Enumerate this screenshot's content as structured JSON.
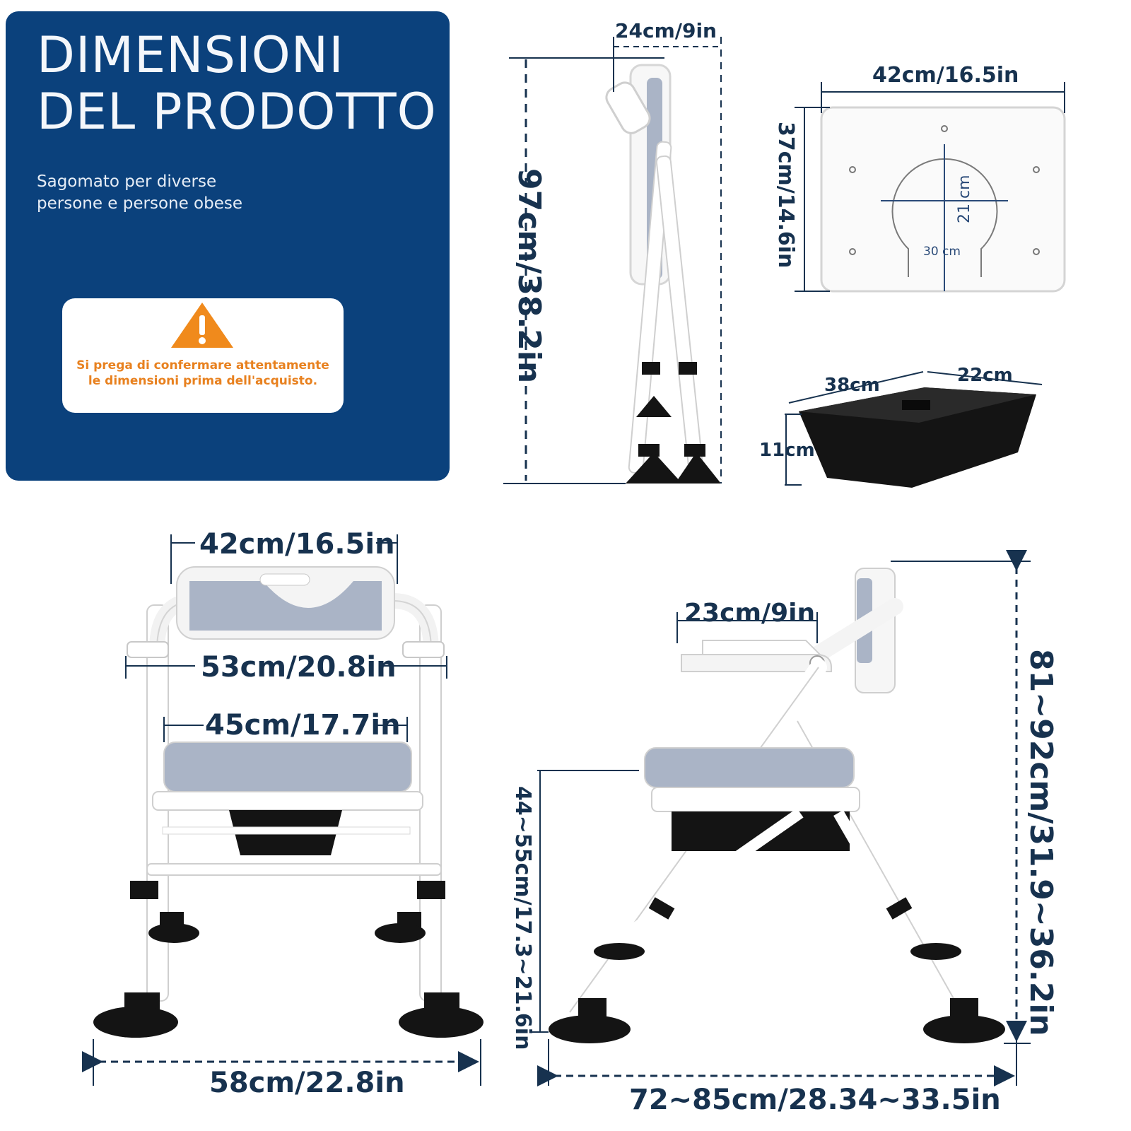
{
  "header": {
    "title_line1": "DIMENSIONI",
    "title_line2": "DEL PRODOTTO",
    "subtitle_line1": "Sagomato per diverse",
    "subtitle_line2": "persone e persone obese"
  },
  "warning": {
    "line1": "Si prega di confermare attentamente",
    "line2": "le dimensioni prima dell'acquisto."
  },
  "folded_view": {
    "depth": "24cm/9in",
    "height": "97cm/38.2in"
  },
  "seat_plate": {
    "width": "42cm/16.5in",
    "depth": "37cm/14.6in",
    "hole_width": "30 cm",
    "hole_depth": "21 cm"
  },
  "bucket": {
    "length": "38cm",
    "width": "22cm",
    "height": "11cm"
  },
  "front_view": {
    "backrest_width": "42cm/16.5in",
    "armrest_width": "53cm/20.8in",
    "seat_width": "45cm/17.7in",
    "base_width": "58cm/22.8in"
  },
  "side_view": {
    "armrest_length": "23cm/9in",
    "seat_height": "44~55cm/17.3~21.6in",
    "total_height": "81~92cm/31.9~36.2in",
    "base_depth": "72~85cm/28.34~33.5in"
  },
  "colors": {
    "panel": "#0b417c",
    "dimension_text": "#17324f",
    "warning": "#e8811f",
    "frame": "#ffffff",
    "cushion": "#a9b4c8",
    "black_parts": "#141414"
  }
}
